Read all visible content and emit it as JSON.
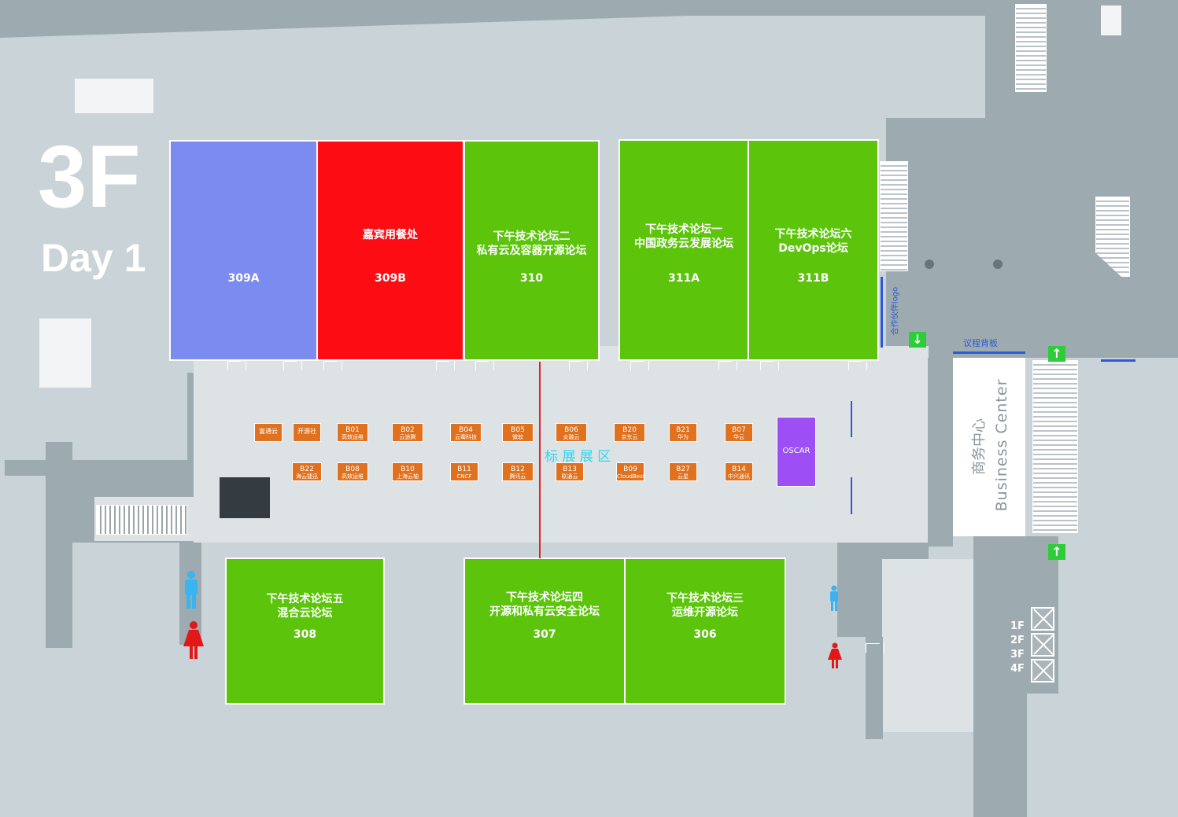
{
  "floor": {
    "label": "3F",
    "day": "Day 1"
  },
  "rooms": [
    {
      "id": "309A",
      "title": "",
      "number": "309A",
      "color": "#7b8bef"
    },
    {
      "id": "309B",
      "title": "嘉宾用餐处",
      "number": "309B",
      "color": "#fd0d13"
    },
    {
      "id": "310",
      "title": "下午技术论坛二\n私有云及容器开源论坛",
      "number": "310",
      "color": "#5bc40b"
    },
    {
      "id": "311A",
      "title": "下午技术论坛一\n中国政务云发展论坛",
      "number": "311A",
      "color": "#5bc40b"
    },
    {
      "id": "311B",
      "title": "下午技术论坛六\nDevOps论坛",
      "number": "311B",
      "color": "#5bc40b"
    },
    {
      "id": "308",
      "title": "下午技术论坛五\n混合云论坛",
      "number": "308",
      "color": "#5bc40b"
    },
    {
      "id": "307",
      "title": "下午技术论坛四\n开源和私有云安全论坛",
      "number": "307",
      "color": "#5bc40b"
    },
    {
      "id": "306",
      "title": "下午技术论坛三\n运维开源论坛",
      "number": "306",
      "color": "#5bc40b"
    }
  ],
  "booths": [
    {
      "code": "",
      "name": "富通云"
    },
    {
      "code": "",
      "name": "开源社"
    },
    {
      "code": "B01",
      "name": "高效运维"
    },
    {
      "code": "B02",
      "name": "云途腾"
    },
    {
      "code": "B04",
      "name": "云骞科技"
    },
    {
      "code": "B05",
      "name": "微软"
    },
    {
      "code": "B06",
      "name": "炎融云"
    },
    {
      "code": "B20",
      "name": "京东云"
    },
    {
      "code": "B21",
      "name": "华为"
    },
    {
      "code": "B07",
      "name": "华云"
    },
    {
      "code": "B22",
      "name": "海云捷迅"
    },
    {
      "code": "B08",
      "name": "高效运维"
    },
    {
      "code": "B10",
      "name": "上海云轴"
    },
    {
      "code": "B11",
      "name": "CNCF"
    },
    {
      "code": "B12",
      "name": "腾讯云"
    },
    {
      "code": "B13",
      "name": "联通云"
    },
    {
      "code": "B09",
      "name": "CloudBest"
    },
    {
      "code": "B27",
      "name": "云星"
    },
    {
      "code": "B14",
      "name": "中兴通讯"
    }
  ],
  "special_booth": {
    "name": "OSCAR",
    "color": "#9d4ff5"
  },
  "labels": {
    "exhibit_area": "标 展 展 区",
    "partner_logo": "合作伙伴logo",
    "agenda_board": "议程背板",
    "business_center_cn": "商务中心",
    "business_center_en": "Business Center"
  },
  "elevator_floors": [
    "1F",
    "2F",
    "3F",
    "4F"
  ],
  "colors": {
    "background": "#c9d3d8",
    "wall": "#9dabb0",
    "corridor": "#dde2e5",
    "exhibit_text": "#2ad8f0",
    "divider": "#e0202a",
    "blue_line": "#2a5ad8",
    "restroom_male": "#3ab4f0",
    "restroom_female": "#e01818"
  },
  "icons": [
    "male-restroom-icon",
    "female-restroom-icon",
    "arrow-down-icon",
    "arrow-up-icon",
    "elevator-icon",
    "stairs-icon",
    "door-icon"
  ]
}
